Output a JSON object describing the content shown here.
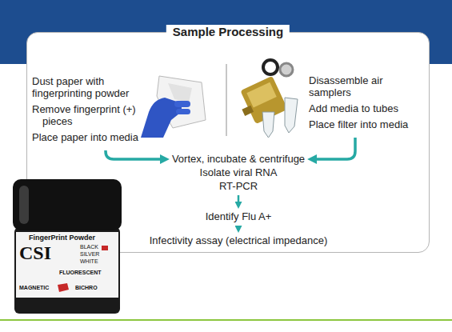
{
  "diagram": {
    "nodes": [
      {
        "text": [
          "Sample Processing"
        ]
      },
      {
        "text": [
          "Dust paper with fingerprinting powder",
          "Remove fingerprint (+) pieces",
          "Place paper into media"
        ],
        "in": 0
      },
      {
        "text": [
          "Disassemble air samplers",
          "Add media to tubes",
          "Place filter into media"
        ],
        "in": 0
      },
      {
        "text": [
          "Vortex, incubate & centrifuge",
          "Isolate viral RNA",
          "RT-PCR"
        ],
        "in": 0
      },
      {
        "text": [
          "Identify Flu A+"
        ],
        "in": 0
      },
      {
        "text": [
          "Infectivity assay (electrical impedance)"
        ],
        "in": 0
      }
    ],
    "edges": [
      {
        "from": 1,
        "to": 3,
        "arrow": "to"
      },
      {
        "from": 2,
        "to": 3,
        "arrow": "to"
      },
      {
        "from": 3,
        "to": 4,
        "arrow": "to"
      },
      {
        "from": 4,
        "to": 5,
        "arrow": "to"
      }
    ],
    "labels": [
      "FingerPrint Powder",
      "CSI",
      "BLACK",
      "SILVER",
      "WHITE",
      "FLUORESCENT",
      "MAGNETIC",
      "BICHRO"
    ]
  }
}
